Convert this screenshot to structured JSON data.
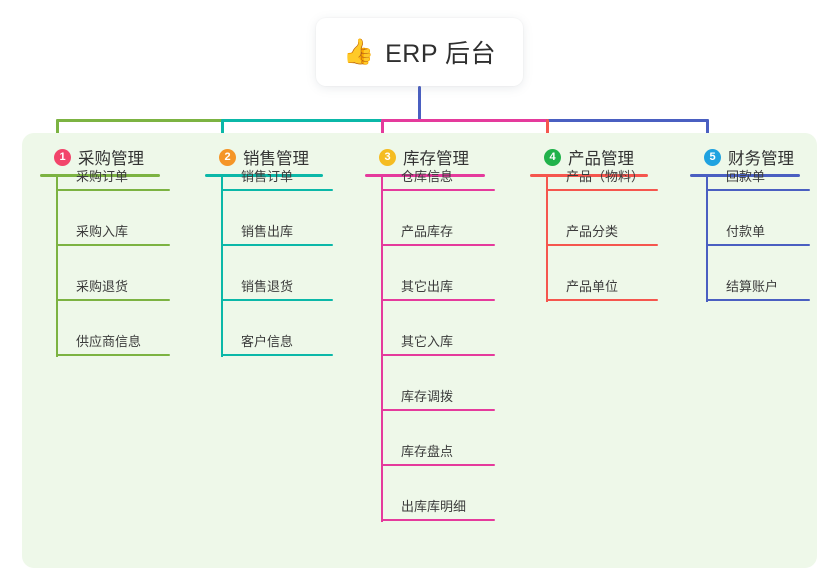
{
  "root": {
    "icon": "thumbs-up-icon",
    "icon_glyph": "👍",
    "title": "ERP 后台"
  },
  "palette": {
    "panel_bg": "#eef8e9",
    "page_bg": "#ffffff",
    "text": "#3c3c3c"
  },
  "branches": [
    {
      "index": "1",
      "title": "采购管理",
      "color": "#7cb342",
      "badge_color": "#f2456b",
      "items": [
        {
          "label": "采购订单"
        },
        {
          "label": "采购入库"
        },
        {
          "label": "采购退货"
        },
        {
          "label": "供应商信息"
        }
      ]
    },
    {
      "index": "2",
      "title": "销售管理",
      "color": "#0bb8a8",
      "badge_color": "#f59527",
      "items": [
        {
          "label": "销售订单"
        },
        {
          "label": "销售出库"
        },
        {
          "label": "销售退货"
        },
        {
          "label": "客户信息"
        }
      ]
    },
    {
      "index": "3",
      "title": "库存管理",
      "color": "#e53a9c",
      "badge_color": "#f5bc21",
      "items": [
        {
          "label": "仓库信息"
        },
        {
          "label": "产品库存"
        },
        {
          "label": "其它出库"
        },
        {
          "label": "其它入库"
        },
        {
          "label": "库存调拨"
        },
        {
          "label": "库存盘点"
        },
        {
          "label": "出库库明细"
        }
      ]
    },
    {
      "index": "4",
      "title": "产品管理",
      "color": "#f5564e",
      "badge_color": "#21b24b",
      "items": [
        {
          "label": "产品（物料）"
        },
        {
          "label": "产品分类"
        },
        {
          "label": "产品单位"
        }
      ]
    },
    {
      "index": "5",
      "title": "财务管理",
      "color": "#4a5fc1",
      "badge_color": "#1fa2e0",
      "items": [
        {
          "label": "回款单"
        },
        {
          "label": "付款单"
        },
        {
          "label": "结算账户"
        }
      ]
    }
  ]
}
